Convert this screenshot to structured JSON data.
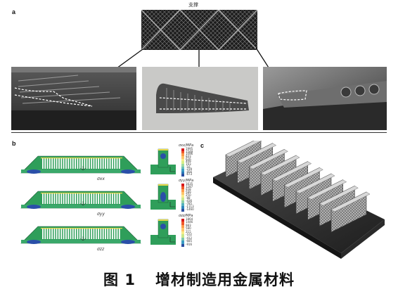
{
  "figure": {
    "caption_number": "图 1",
    "caption_text": "增材制造用金属材料"
  },
  "panel_a": {
    "letter": "a",
    "support_label": "支撑"
  },
  "panel_b": {
    "letter": "b",
    "rows": [
      {
        "sigma_label": "σxx",
        "legend_title": "σxx/MPa",
        "legend_values": [
          "1995",
          "1548",
          "1096",
          "843",
          "626",
          "409",
          "193",
          "-16",
          "-239",
          "-456",
          "-673"
        ],
        "colors": [
          "#d7191c",
          "#f0582a",
          "#fd9b4b",
          "#fec56b",
          "#f7ec8a",
          "#d7ef88",
          "#9fd9a1",
          "#6bc0b8",
          "#3c9dc4",
          "#2b7bb8",
          "#2c4fa0"
        ]
      },
      {
        "sigma_label": "σyy",
        "legend_title": "σyy/MPa",
        "legend_values": [
          "1635",
          "1287",
          "938",
          "589",
          "250",
          "-88",
          "-436",
          "-785",
          "-1113",
          "-1460"
        ],
        "colors": [
          "#d7191c",
          "#f0582a",
          "#fd9b4b",
          "#fec56b",
          "#f7ec8a",
          "#c9e88a",
          "#8fd0a5",
          "#55b0bd",
          "#2f86bd",
          "#2c4fa0"
        ]
      },
      {
        "sigma_label": "σzz",
        "legend_title": "σzz/MPa",
        "legend_values": [
          "1864",
          "1446",
          "983",
          "580",
          "215",
          "-102",
          "-412",
          "-685",
          "-916"
        ],
        "colors": [
          "#d7191c",
          "#f0582a",
          "#fd9b4b",
          "#fec56b",
          "#f7ec8a",
          "#c9e88a",
          "#7dc8ae",
          "#3c9dc4",
          "#2c4fa0"
        ]
      }
    ]
  },
  "panel_c": {
    "letter": "c"
  },
  "colors": {
    "fea_green": "#2f9e5a",
    "fea_blue": "#2a4fa8",
    "fea_yellow": "#e8d84a",
    "lattice_dark": "#1b1b1b",
    "dash": "#ffffff"
  }
}
